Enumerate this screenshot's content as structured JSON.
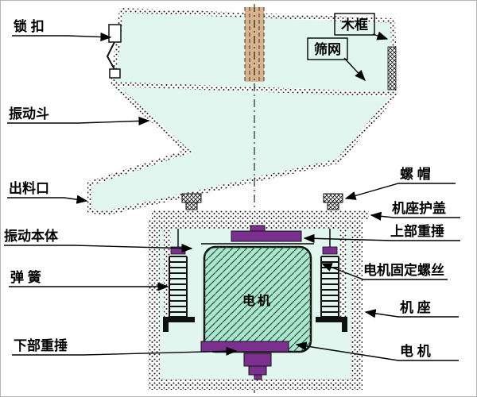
{
  "diagram": {
    "labels": {
      "lock": "锁 扣",
      "wood_frame": "木框",
      "sieve_mesh": "筛网",
      "vibrating_hopper": "振动斗",
      "discharge_outlet": "出料口",
      "vibrating_body": "振动本体",
      "spring": "弹 簧",
      "lower_weight": "下部重捶",
      "nut": "螺 帽",
      "base_cover": "机座护盖",
      "upper_weight": "上部重捶",
      "motor_fixing_screw": "电机固定螺丝",
      "machine_base": "机 座",
      "motor": "电 机"
    },
    "motor_box_text": "电机",
    "colors": {
      "hopper_fill": "#e0f6ee",
      "motor_fill": "#ace6cf",
      "weight_purple": "#7b2f8e",
      "screen_strip_tan": "#d8b38c",
      "line_black": "#000000"
    }
  }
}
